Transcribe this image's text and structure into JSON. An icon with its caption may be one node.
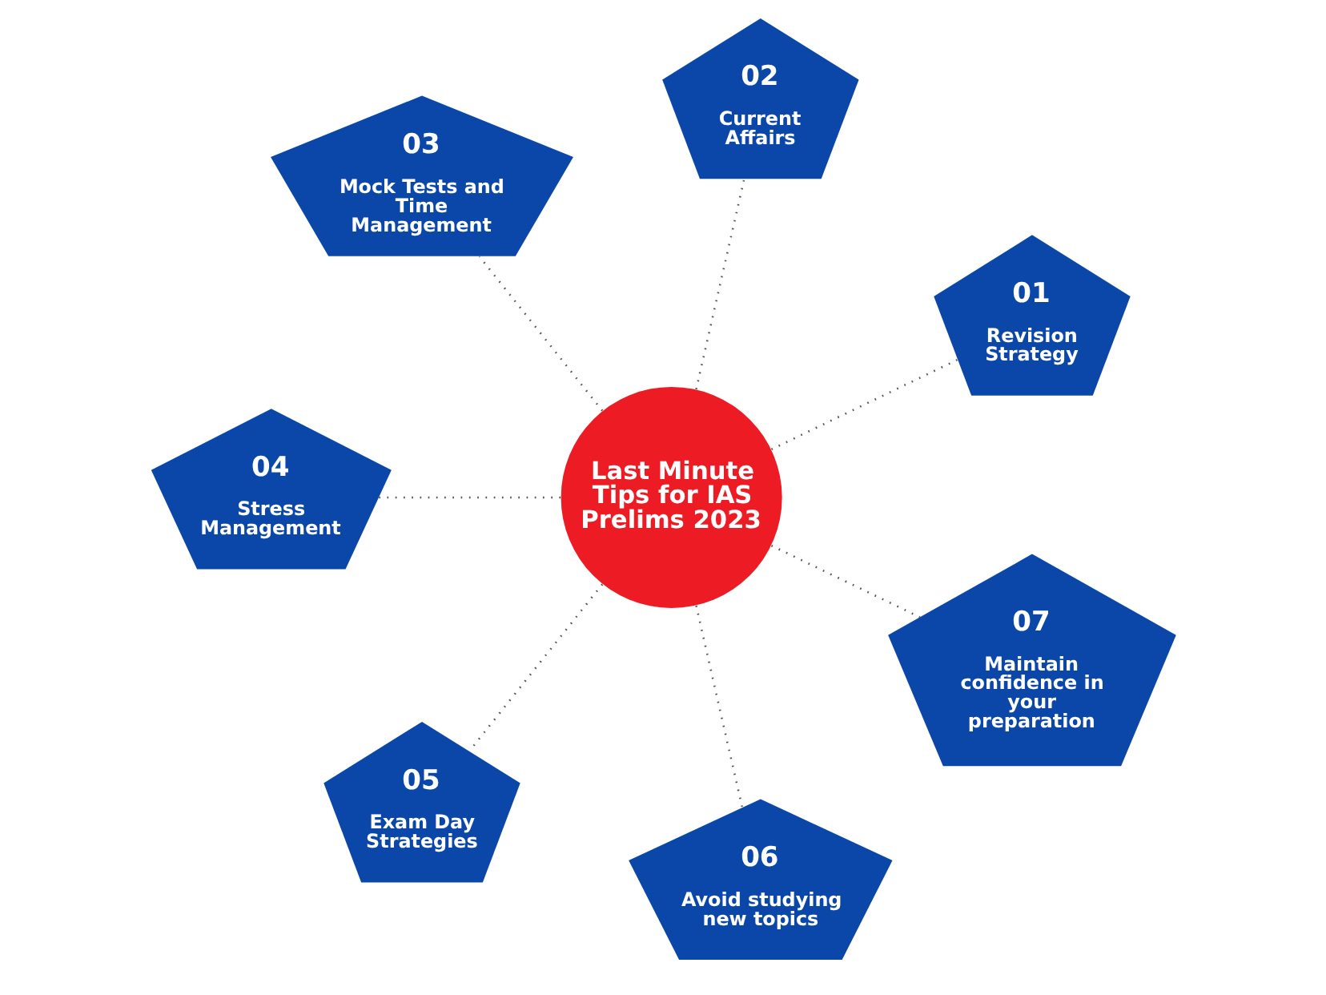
{
  "diagram": {
    "nodes": [
      {
        "text": [
          "Last Minute Tips for IAS Prelims 2023"
        ]
      },
      {
        "text": [
          "01",
          "Revision Strategy"
        ]
      },
      {
        "text": [
          "02",
          "Current Affairs"
        ]
      },
      {
        "text": [
          "03",
          "Mock Tests and Time Management"
        ]
      },
      {
        "text": [
          "04",
          "Stress Management"
        ]
      },
      {
        "text": [
          "05",
          "Exam Day Strategies"
        ]
      },
      {
        "text": [
          "06",
          "Avoid studying new topics"
        ]
      },
      {
        "text": [
          "07",
          "Maintain confidence in your preparation"
        ]
      }
    ],
    "edges": [
      {
        "from": 0,
        "to": 1,
        "arrow": "none",
        "style": "dashed"
      },
      {
        "from": 0,
        "to": 2,
        "arrow": "none",
        "style": "dashed"
      },
      {
        "from": 0,
        "to": 3,
        "arrow": "none",
        "style": "dashed"
      },
      {
        "from": 0,
        "to": 4,
        "arrow": "none",
        "style": "dashed"
      },
      {
        "from": 0,
        "to": 5,
        "arrow": "none",
        "style": "dashed"
      },
      {
        "from": 0,
        "to": 6,
        "arrow": "none",
        "style": "dashed"
      },
      {
        "from": 0,
        "to": 7,
        "arrow": "none",
        "style": "dashed"
      }
    ]
  }
}
